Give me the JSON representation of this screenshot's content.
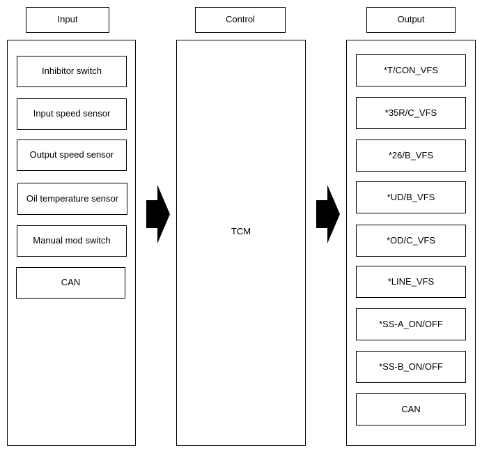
{
  "headers": {
    "input": "Input",
    "control": "Control",
    "output": "Output"
  },
  "inputs": [
    "Inhibitor switch",
    "Input speed sensor",
    "Output speed sensor",
    "Oil temperature sensor",
    "Manual mod switch",
    "CAN"
  ],
  "control": {
    "label": "TCM"
  },
  "outputs": [
    "*T/CON_VFS",
    "*35R/C_VFS",
    "*26/B_VFS",
    "*UD/B_VFS",
    "*OD/C_VFS",
    "*LINE_VFS",
    "*SS-A_ON/OFF",
    "*SS-B_ON/OFF",
    "CAN"
  ]
}
